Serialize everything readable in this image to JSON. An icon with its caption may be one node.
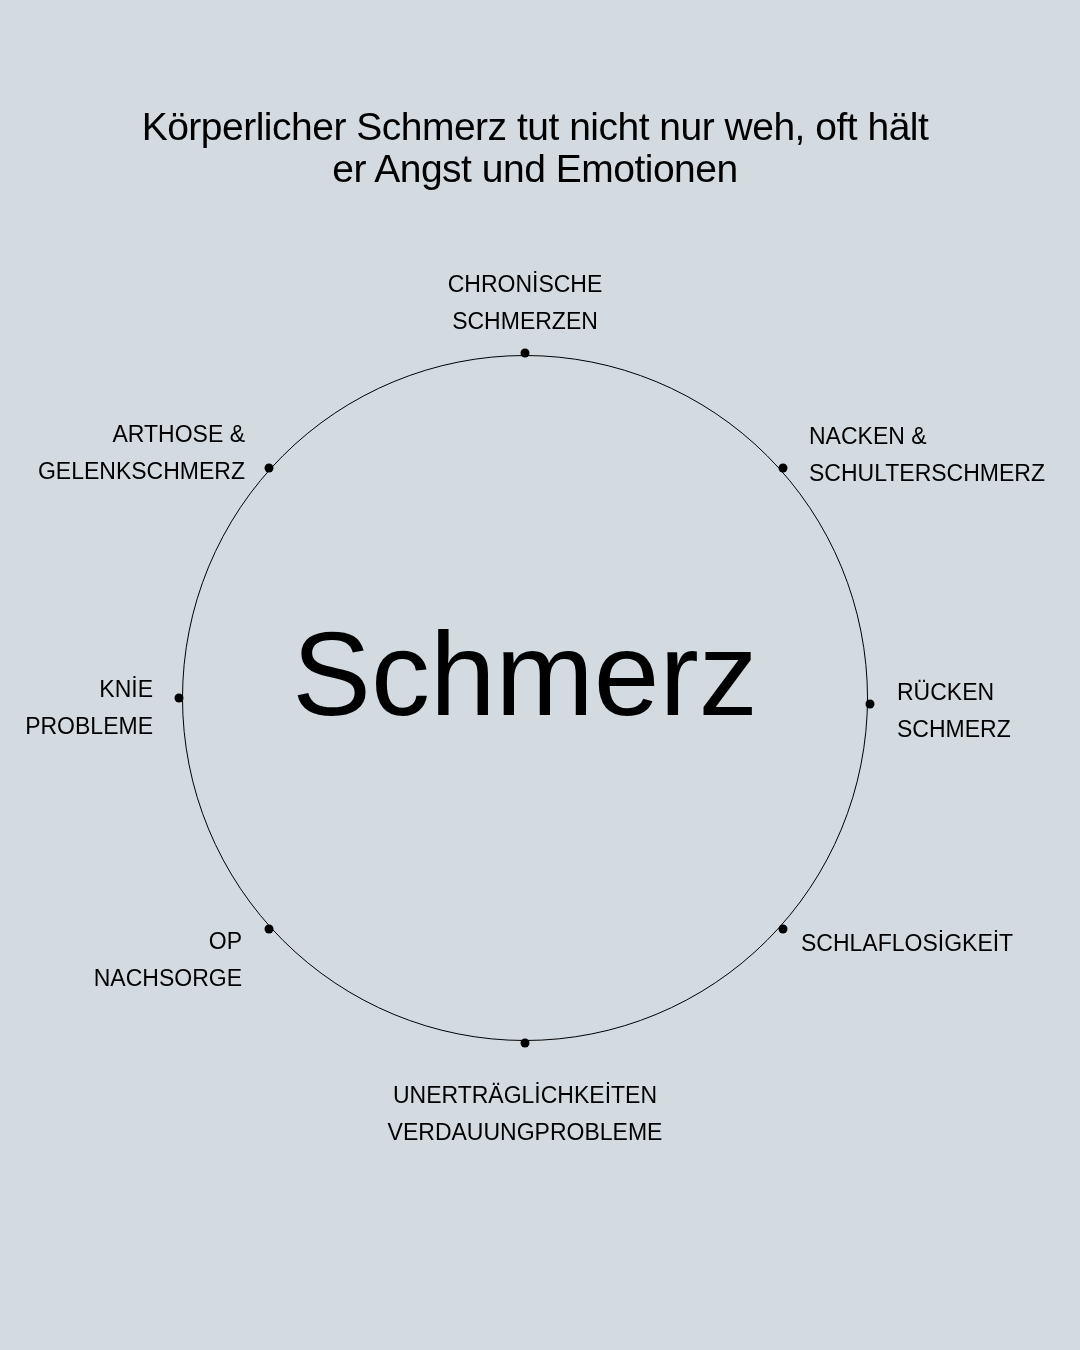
{
  "diagram": {
    "title": "Körperlicher Schmerz tut nicht nur weh, oft hält er Angst und Emotionen",
    "nodes": [
      {
        "text": [
          "Schmerz"
        ]
      }
    ],
    "labels": [
      "CHRONİSCHE SCHMERZEN",
      "ARTHOSE & GELENKSCHMERZ",
      "NACKEN & SCHULTERSCHMERZ",
      "KNİE PROBLEME",
      "RÜCKEN SCHMERZ",
      "OP NACHSORGE",
      "SCHLAFLOSİGKEİT",
      "UNERTRÄGLİCHKEİTEN VERDAUUNGPROBLEME"
    ]
  }
}
